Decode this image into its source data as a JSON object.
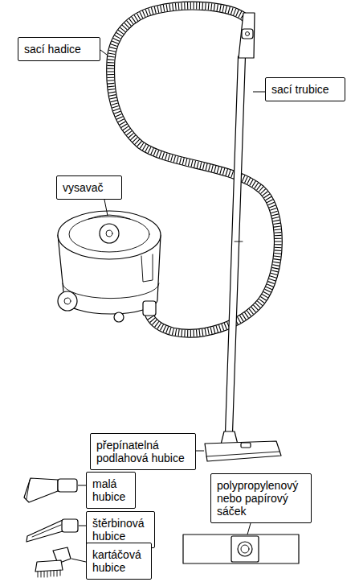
{
  "diagram": {
    "nodes": [
      {
        "text": [
          "sací hadice"
        ]
      },
      {
        "text": [
          "sací trubice"
        ]
      },
      {
        "text": [
          "vysavač"
        ]
      },
      {
        "text": [
          "přepínatelná podlahová hubice"
        ]
      },
      {
        "text": [
          "malá hubice"
        ]
      },
      {
        "text": [
          "polypropylenový nebo papírový sáček"
        ]
      },
      {
        "text": [
          "štěrbinová hubice"
        ]
      },
      {
        "text": [
          "kartáčová hubice"
        ]
      }
    ]
  }
}
